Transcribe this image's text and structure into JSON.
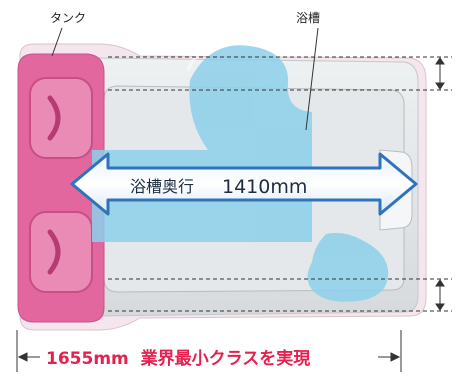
{
  "labels": {
    "tank": "タンク",
    "tub": "浴槽",
    "depth_text": "浴槽奥行",
    "depth_value": "1410mm",
    "bottom_caption": "1655mm  業界最小クラスを実現"
  },
  "colors": {
    "tank_pink": "#e2679e",
    "tub_blue": "#8dd0ea",
    "arrow_blue": "#2f73bd",
    "caption_red": "#e5224f"
  }
}
